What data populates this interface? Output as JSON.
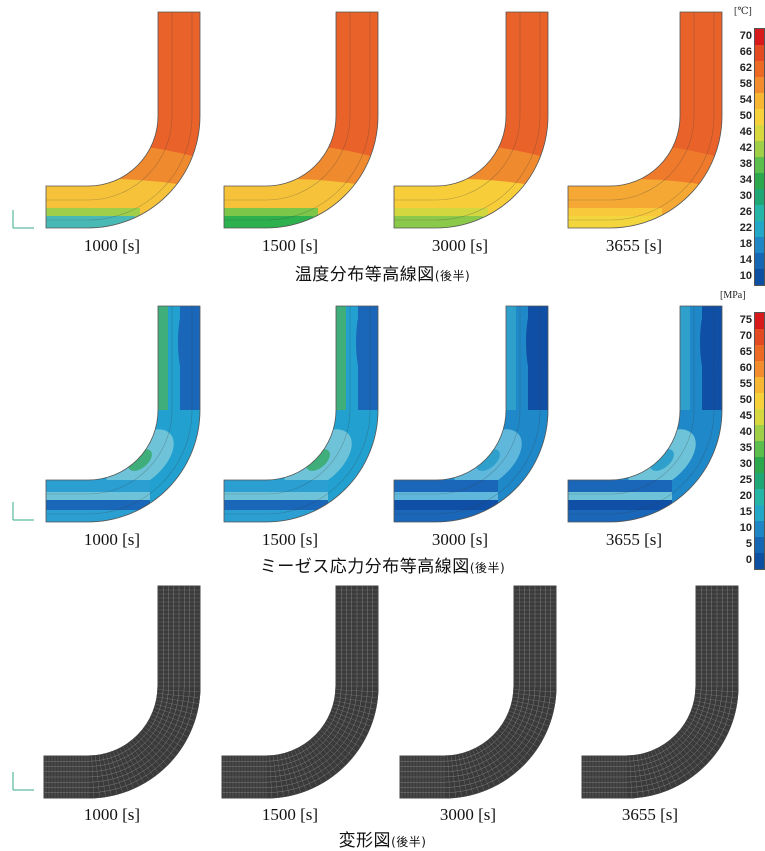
{
  "times": [
    "1000 [s]",
    "1500 [s]",
    "3000 [s]",
    "3655 [s]"
  ],
  "sections": [
    {
      "id": "temperature",
      "caption_main": "温度分布等高線図",
      "caption_sub": "(後半)",
      "legend": {
        "unit": "[℃]",
        "ticks": [
          "70",
          "66",
          "62",
          "58",
          "54",
          "50",
          "46",
          "42",
          "38",
          "34",
          "30",
          "26",
          "22",
          "18",
          "14",
          "10"
        ],
        "colors": [
          "#d7191c",
          "#e34a22",
          "#ed6a25",
          "#f28c2c",
          "#f7b733",
          "#f7d13a",
          "#d6d83e",
          "#9fcf47",
          "#5cbf4d",
          "#2aa84b",
          "#1ea675",
          "#24b5a6",
          "#22a7c6",
          "#1f86c6",
          "#1667b3",
          "#0d4fa0"
        ]
      },
      "pipe_colors": {
        "p1": [
          "#e8622a",
          "#e8622a",
          "#f08a2e",
          "#f5c23a",
          "#9fce4a",
          "#49b9b6"
        ],
        "p2": [
          "#e8622a",
          "#e8622a",
          "#f08a2e",
          "#f5c23a",
          "#7cc64a",
          "#2db14f"
        ],
        "p3": [
          "#e8622a",
          "#e8622a",
          "#f08a2e",
          "#f7cd3a",
          "#d2d73f",
          "#8bc94a"
        ],
        "p4": [
          "#e8622a",
          "#e8622a",
          "#ef7a2c",
          "#f5a834",
          "#f7c93b",
          "#f3d53d"
        ]
      }
    },
    {
      "id": "stress",
      "caption_main": "ミーゼス応力分布等高線図",
      "caption_sub": "(後半)",
      "legend": {
        "unit": "[MPa]",
        "ticks": [
          "75",
          "70",
          "65",
          "60",
          "55",
          "50",
          "45",
          "40",
          "35",
          "30",
          "25",
          "20",
          "15",
          "10",
          "5",
          "0"
        ],
        "colors": [
          "#d7191c",
          "#e34a22",
          "#ed6a25",
          "#f28c2c",
          "#f7b733",
          "#f7d13a",
          "#d6d83e",
          "#9fcf47",
          "#5cbf4d",
          "#2aa84b",
          "#1ea675",
          "#24b5a6",
          "#22a7c6",
          "#1f86c6",
          "#1667b3",
          "#0d4fa0"
        ]
      },
      "pipe_colors": {
        "p1": [
          "#22a0d0",
          "#6ec3d8",
          "#3fae7a",
          "#2b9fd2",
          "#1a66b8"
        ],
        "p2": [
          "#22a0d0",
          "#6ec3d8",
          "#3fae7a",
          "#2b9fd2",
          "#1a66b8"
        ],
        "p3": [
          "#1f88c9",
          "#5fb8dc",
          "#2fa0cc",
          "#1a66b8",
          "#0f4fa5"
        ],
        "p4": [
          "#1f88c9",
          "#6ec3d8",
          "#2fa0cc",
          "#1a66b8",
          "#0f4fa5"
        ]
      }
    },
    {
      "id": "deformation",
      "caption_main": "変形図",
      "caption_sub": "(後半)",
      "mesh_color": "#444444"
    }
  ]
}
